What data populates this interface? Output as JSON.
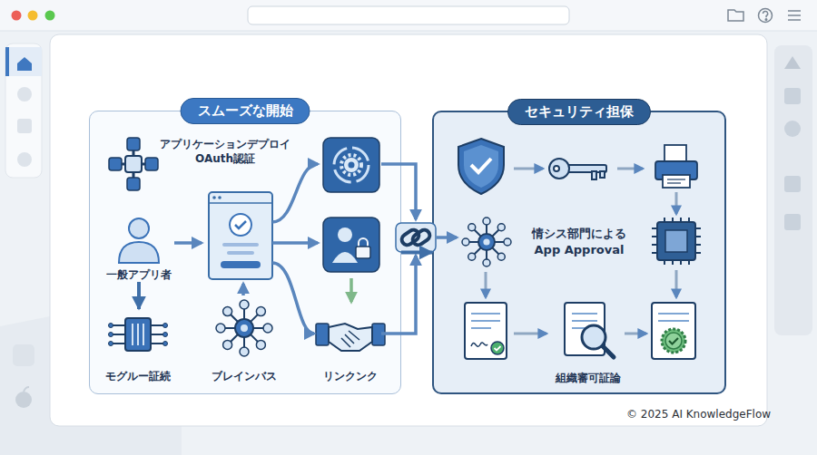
{
  "diagram": {
    "nodes": [
      {
        "text": [
          "スムーズな開始"
        ]
      },
      {
        "text": [
          "アプリケーションデプロイ OAuth認証"
        ],
        "in": 0
      },
      {
        "text": [
          "一般アプリ者"
        ],
        "in": 0
      },
      {
        "text": [
          "モグルー証続"
        ],
        "in": 0
      },
      {
        "text": [
          "ブレインバス"
        ],
        "in": 0
      },
      {
        "text": [
          "リンクンク"
        ],
        "in": 0
      },
      {
        "text": [
          "セキュリティ担保"
        ]
      },
      {
        "text": [
          "情シス部門による App Approval"
        ],
        "in": 6
      },
      {
        "text": [
          "組織審可証論"
        ],
        "in": 6
      }
    ],
    "edges": [
      {
        "from": 2,
        "to": 3,
        "arrow": "to"
      },
      {
        "from": 0,
        "to": 6,
        "arrow": "to"
      }
    ],
    "labels": [
      "© 2025 AI KnowledgeFlow"
    ]
  }
}
